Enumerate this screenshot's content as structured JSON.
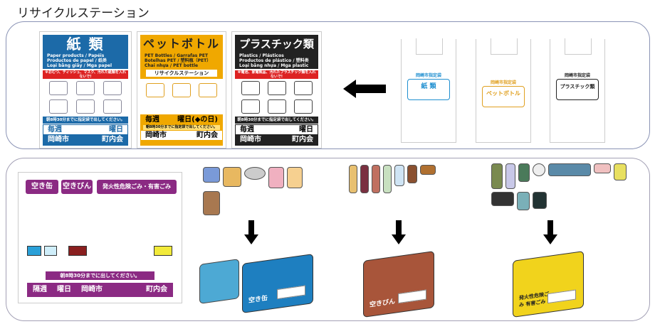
{
  "title": "リサイクルステーション",
  "posters": [
    {
      "heading": "紙 類",
      "sub": [
        "Paper products",
        "Productos de papel",
        "Loại bằng giấy",
        "Papéis",
        "纸类",
        "Mga papel"
      ],
      "warning": "※おむつ、ティッシュ、マスク、汚れた紙類を入れないで!",
      "note": "朝8時30分までに指定袋で出してください。",
      "row1": [
        "毎週",
        "曜日"
      ],
      "row2": [
        "岡崎市",
        "町内会"
      ],
      "color": "#1c6aa8"
    },
    {
      "heading": "ペットボトル",
      "sub": [
        "PET Bottles",
        "Botelhas PET",
        "Chai nhựa",
        "Garrafas PET",
        "塑料瓶（PET）",
        "PET bottle"
      ],
      "banner": "リサイクルステーション",
      "note": "朝8時30分までに指定袋で出してください。",
      "row1": [
        "毎週",
        "曜日(◆の日)"
      ],
      "row2": [
        "岡崎市",
        "町内会"
      ],
      "color": "#f0a800"
    },
    {
      "heading": "プラスチック類",
      "sub": [
        "Plastics",
        "Productos de plástico",
        "Loại bằng nhựa",
        "Plásticos",
        "塑料类",
        "Mga plastic"
      ],
      "warning": "※電池、家電製品、汚れたプラスチック類を入れないで!",
      "note": "朝8時30分までに指定袋で出してください。",
      "row1": [
        "毎週",
        "曜日"
      ],
      "row2": [
        "岡崎市",
        "町内会"
      ],
      "color": "#222222"
    }
  ],
  "bags": [
    {
      "top": "岡崎市指定袋",
      "label": "紙 類",
      "color": "#1f8fd0"
    },
    {
      "top": "岡崎市指定袋",
      "label": "ペットボトル",
      "color": "#e0a020"
    },
    {
      "top": "岡崎市指定袋",
      "label": "プラスチック類",
      "color": "#222222"
    }
  ],
  "bottom_poster": {
    "headers": [
      "空き缶",
      "空きびん",
      "発火性危険ごみ・有害ごみ"
    ],
    "note": "朝8時30分までに出してください。",
    "footer": [
      "隔週",
      "曜日",
      "岡崎市",
      "町内会"
    ],
    "color": "#8b2a83"
  },
  "containers": [
    {
      "label": "空き缶",
      "color": "#1e7fc0"
    },
    {
      "label": "空きびん",
      "color": "#a8553a"
    },
    {
      "label": "発火性危険ごみ 有害ごみ",
      "color": "#f1d31c"
    }
  ]
}
